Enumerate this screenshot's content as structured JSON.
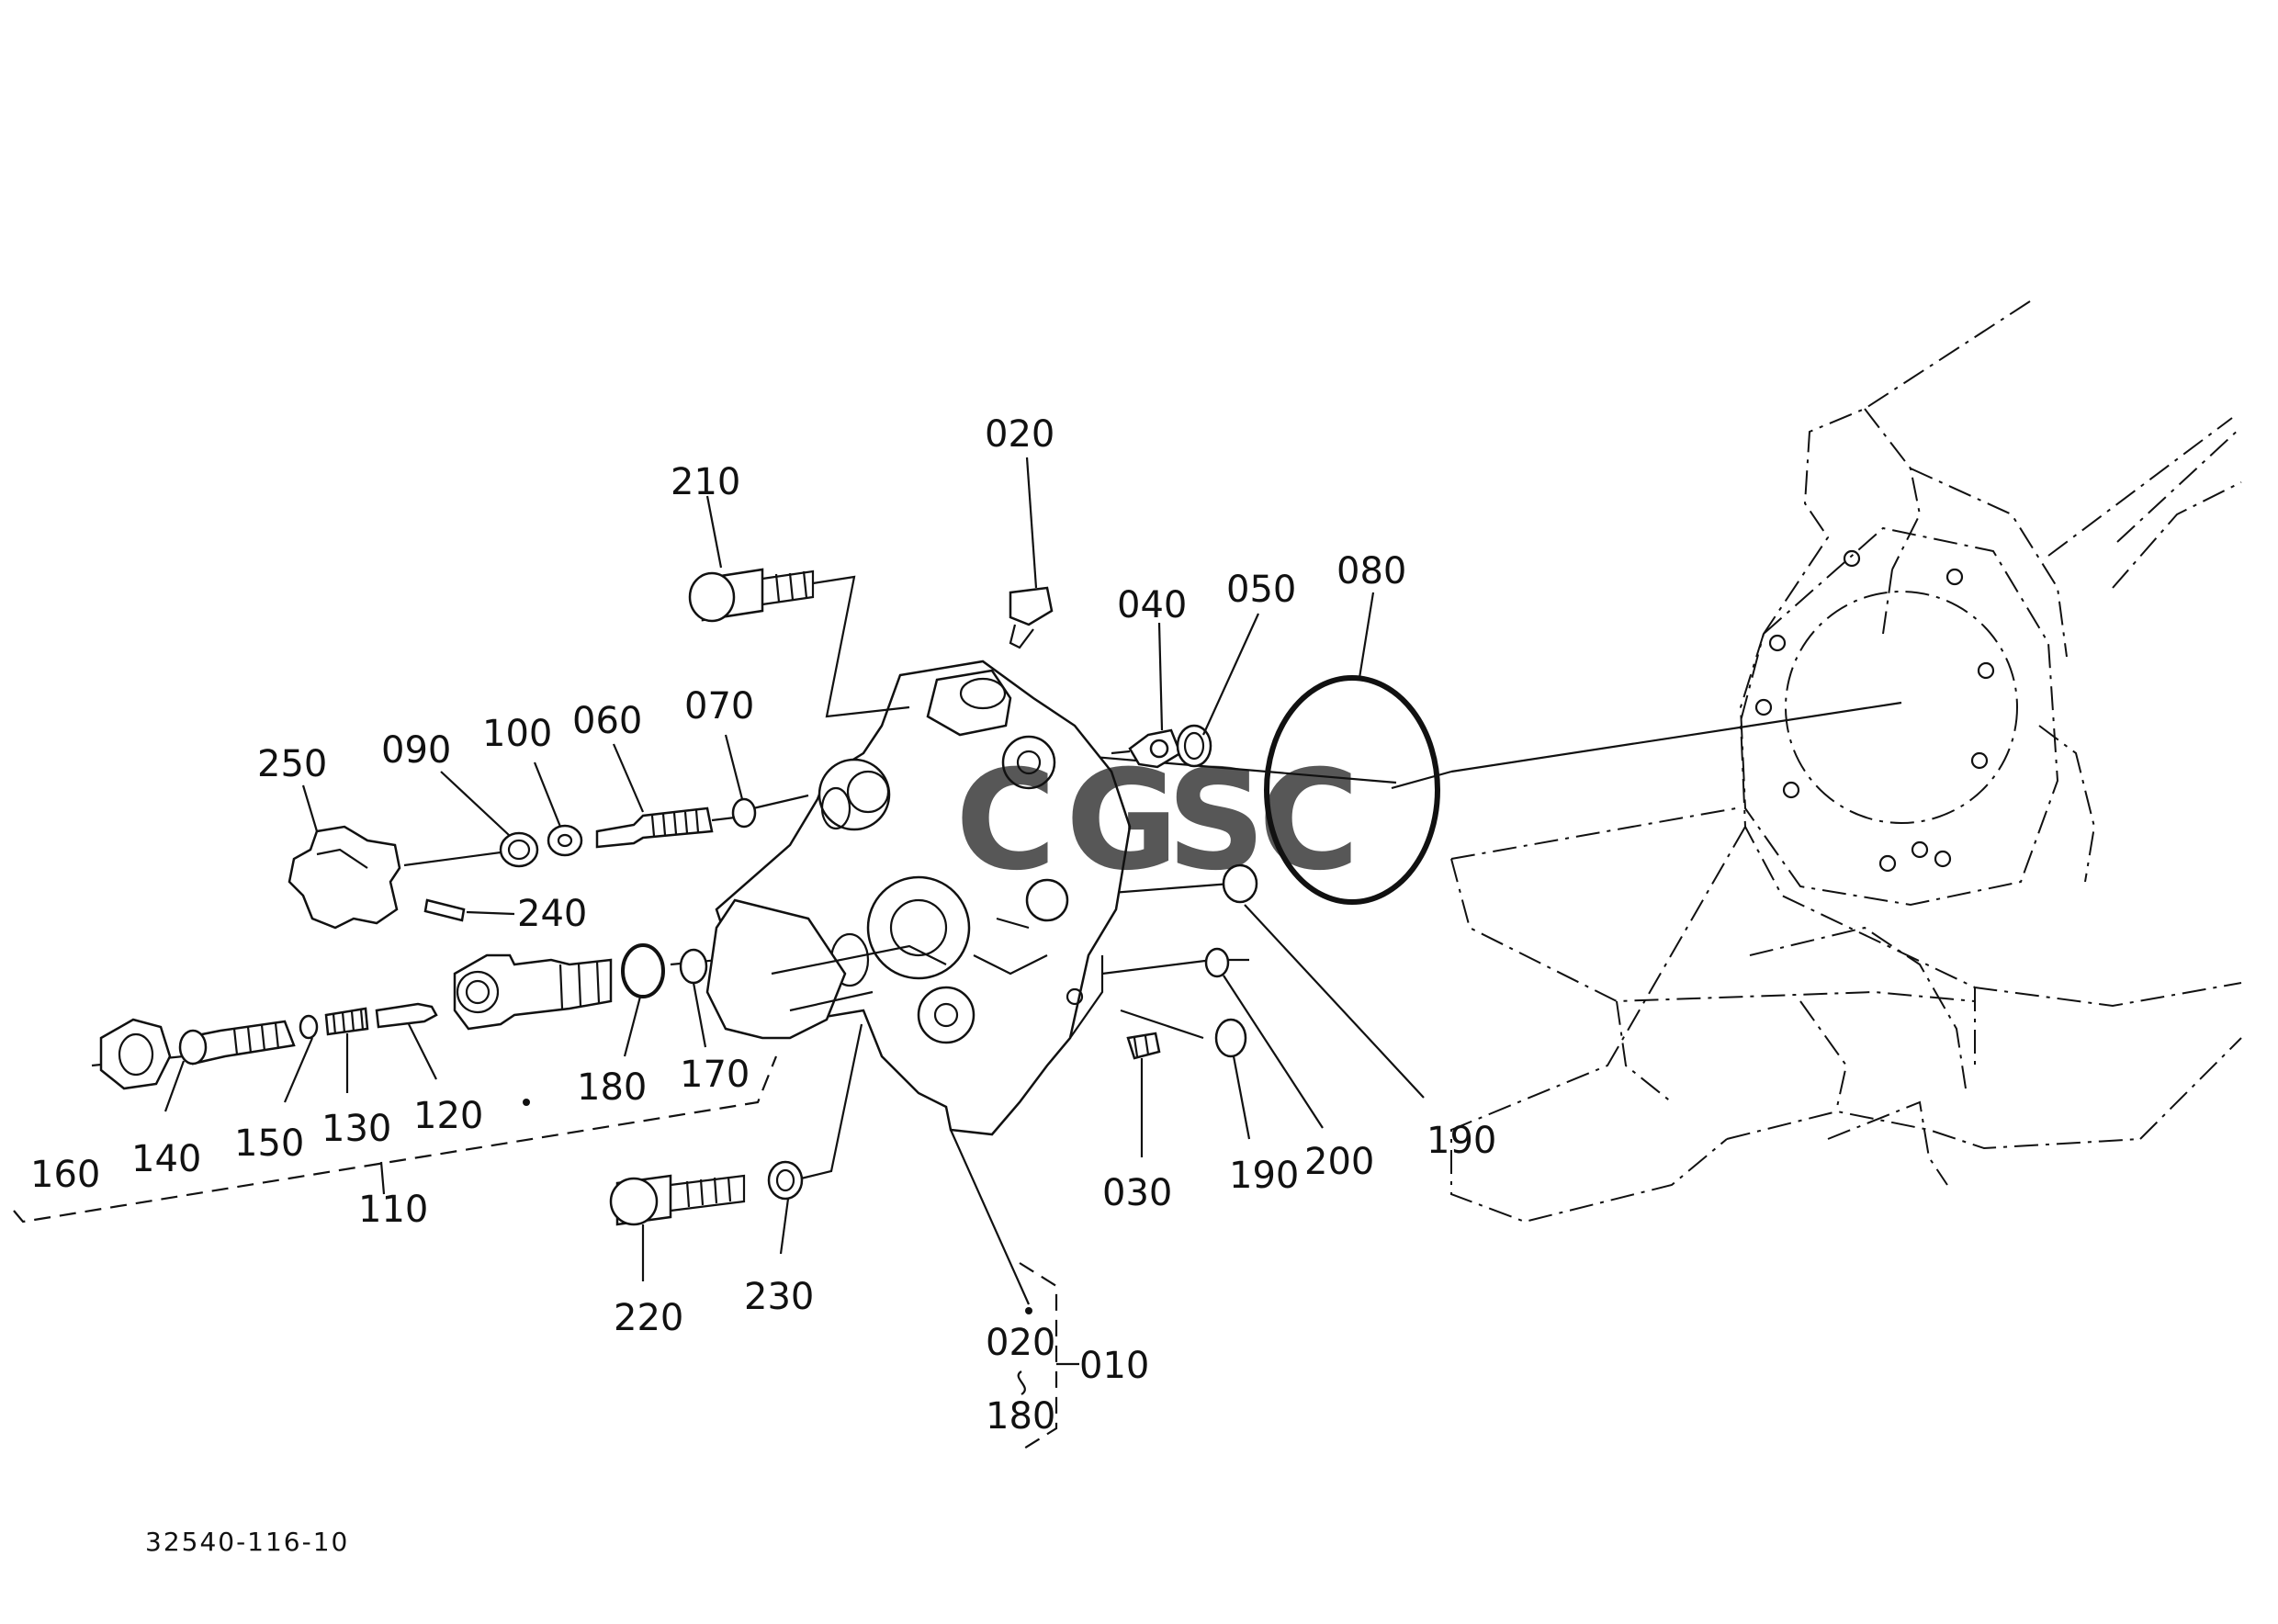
{
  "drawing_number": "32540-116-10",
  "watermark": {
    "letters": [
      {
        "char": "C",
        "color": "#4a8df8"
      },
      {
        "char": "G",
        "color": "#ef6b5c"
      },
      {
        "char": "S",
        "color": "#f6cc47"
      },
      {
        "char": "C",
        "color": "#3fae6d"
      }
    ]
  },
  "callouts": [
    "210",
    "020",
    "040",
    "050",
    "080",
    "070",
    "060",
    "100",
    "090",
    "250",
    "240",
    "180",
    "170",
    "190",
    "200",
    "190",
    "030",
    "160",
    "140",
    "150",
    "130",
    "120",
    "110",
    "220",
    "230",
    "020",
    "010",
    "180"
  ]
}
